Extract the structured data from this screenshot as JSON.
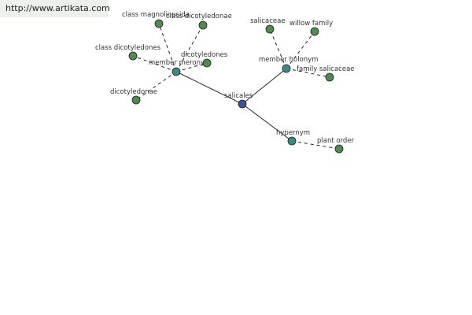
{
  "watermark": {
    "text": "http://www.artikata.com"
  },
  "colors": {
    "root": "#3d4f9a",
    "relation": "#3b8a86",
    "leaf": "#4f8a4f",
    "edge": "#222222"
  },
  "nodes": [
    {
      "id": "salicales",
      "label": "salicales",
      "kind": "root"
    },
    {
      "id": "member-meronym",
      "label": "member meronym",
      "kind": "relation"
    },
    {
      "id": "member-holonym",
      "label": "member holonym",
      "kind": "relation"
    },
    {
      "id": "hypernym",
      "label": "hypernym",
      "kind": "relation"
    },
    {
      "id": "class-magnoliopsida",
      "label": "class magnoliopsida",
      "kind": "leaf"
    },
    {
      "id": "class-dicotyledonae",
      "label": "class dicotyledonae",
      "kind": "leaf"
    },
    {
      "id": "class-dicotyledones",
      "label": "class dicotyledones",
      "kind": "leaf"
    },
    {
      "id": "dicotyledones",
      "label": "dicotyledones",
      "kind": "leaf"
    },
    {
      "id": "dicotyledonae",
      "label": "dicotyledonae",
      "kind": "leaf"
    },
    {
      "id": "salicaceae",
      "label": "salicaceae",
      "kind": "leaf"
    },
    {
      "id": "willow-family",
      "label": "willow family",
      "kind": "leaf"
    },
    {
      "id": "family-salicaceae",
      "label": "family salicaceae",
      "kind": "leaf"
    },
    {
      "id": "plant-order",
      "label": "plant order",
      "kind": "leaf"
    }
  ],
  "edges": [
    {
      "from": "salicales",
      "to": "member-meronym",
      "style": "solid"
    },
    {
      "from": "salicales",
      "to": "member-holonym",
      "style": "solid"
    },
    {
      "from": "salicales",
      "to": "hypernym",
      "style": "solid"
    },
    {
      "from": "member-meronym",
      "to": "class-magnoliopsida",
      "style": "dashed"
    },
    {
      "from": "member-meronym",
      "to": "class-dicotyledonae",
      "style": "dashed"
    },
    {
      "from": "member-meronym",
      "to": "class-dicotyledones",
      "style": "dashed"
    },
    {
      "from": "member-meronym",
      "to": "dicotyledones",
      "style": "dashed"
    },
    {
      "from": "member-meronym",
      "to": "dicotyledonae",
      "style": "dashed"
    },
    {
      "from": "member-holonym",
      "to": "salicaceae",
      "style": "dashed"
    },
    {
      "from": "member-holonym",
      "to": "willow-family",
      "style": "dashed"
    },
    {
      "from": "member-holonym",
      "to": "family-salicaceae",
      "style": "dashed"
    },
    {
      "from": "hypernym",
      "to": "plant-order",
      "style": "dashed"
    }
  ]
}
